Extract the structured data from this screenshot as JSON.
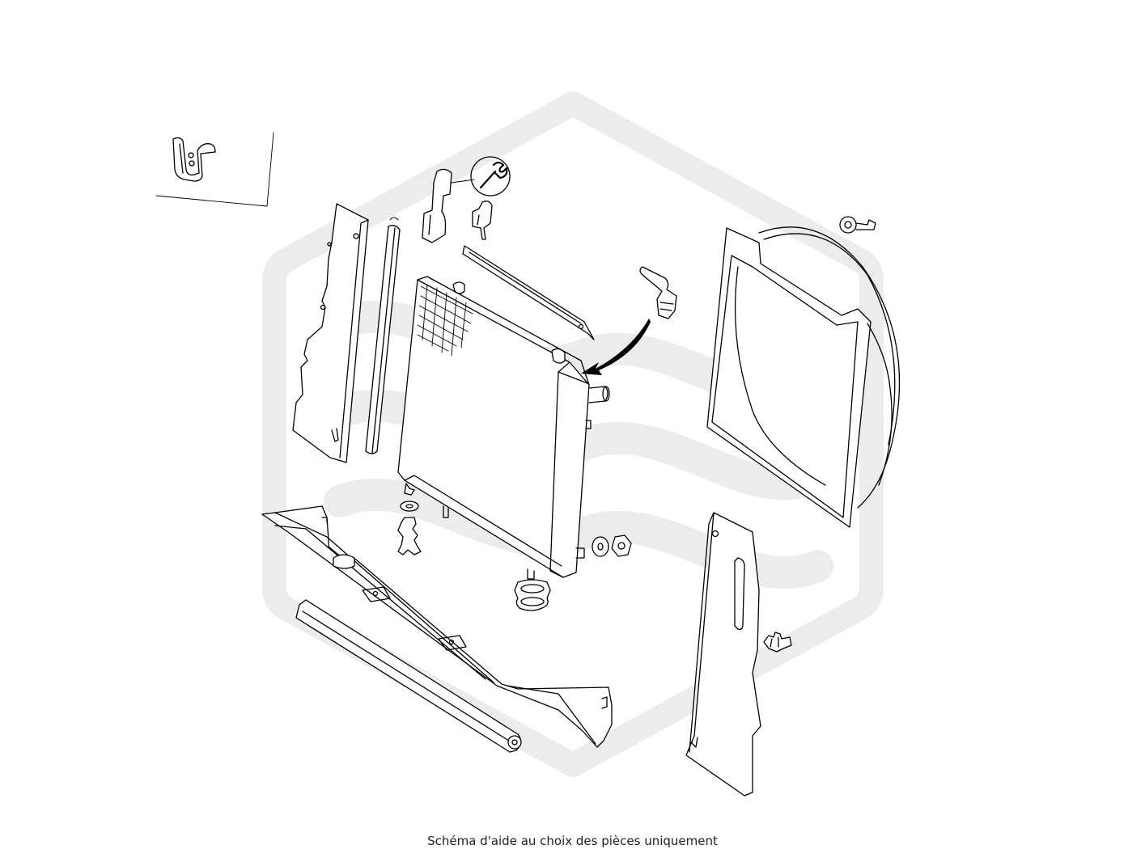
{
  "caption": "Schéma d'aide au choix des pièces uniquement",
  "colors": {
    "line": "#000000",
    "watermark": "#ececec",
    "background": "#ffffff"
  },
  "parts": [
    "retaining-clip-detail",
    "left-side-panel",
    "left-rubber-seal",
    "upper-clips",
    "tool-symbol",
    "top-seal-strip",
    "radiator",
    "bleed-valve",
    "fan-shroud",
    "shroud-fastener",
    "rubber-mounts",
    "washer-and-nut",
    "lower-crossmember",
    "lower-rubber-seal",
    "right-side-panel",
    "push-rivet"
  ]
}
